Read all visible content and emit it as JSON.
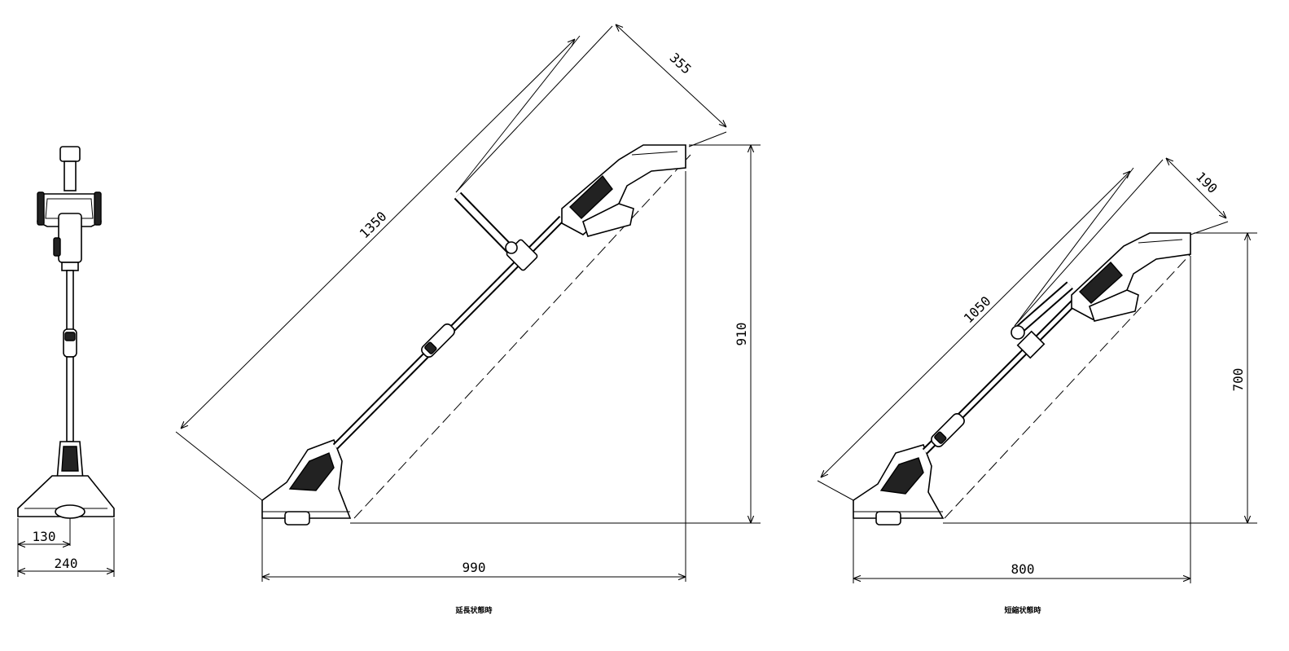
{
  "front_view": {
    "dim_130": "130",
    "dim_240": "240"
  },
  "extended": {
    "dim_length": "1350",
    "dim_handle": "355",
    "dim_height": "910",
    "dim_width": "990",
    "caption": "延長状態時"
  },
  "shortened": {
    "dim_length": "1050",
    "dim_handle": "190",
    "dim_height": "700",
    "dim_width": "800",
    "caption": "短縮状態時"
  }
}
